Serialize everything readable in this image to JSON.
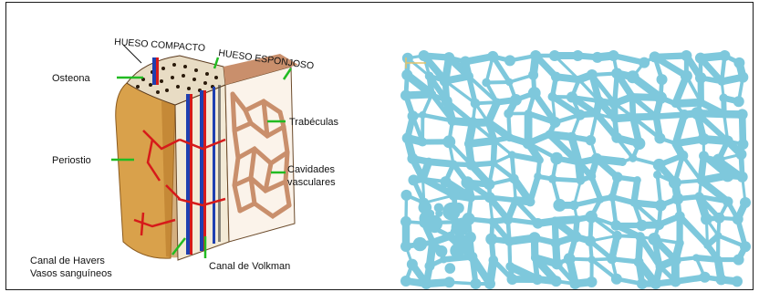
{
  "figure_left": {
    "labels": {
      "hueso_compacto": "HUESO COMPACTO",
      "hueso_esponjoso": "HUESO ESPONJOSO",
      "osteona": "Osteona",
      "trabeculas": "Trabéculas",
      "periostio": "Periostio",
      "cavidades_line1": "Cavidades",
      "cavidades_line2": "vasculares",
      "canal_havers": "Canal de Havers",
      "vasos_sanguineos": "Vasos sanguíneos",
      "canal_volkman": "Canal de Volkman"
    }
  },
  "colors": {
    "pointer": "#22bb22",
    "periosteum": "#d9a14b",
    "compact": "#f3ead6",
    "spongy": "#c98f6c",
    "vessel": "#d61a1a",
    "haversian": "#1f3fb0",
    "mesh": "#7ec8dc"
  }
}
